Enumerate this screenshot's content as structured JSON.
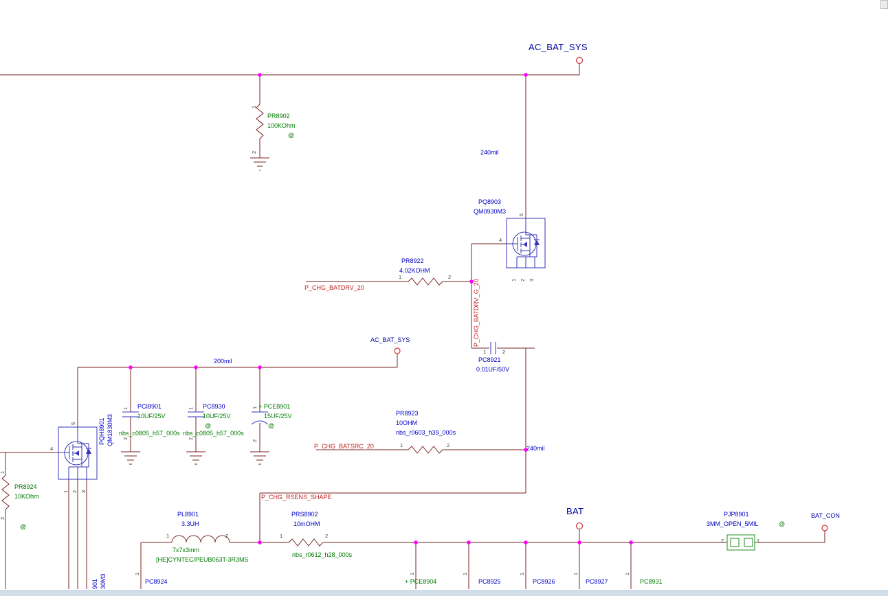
{
  "colors": {
    "wire": "#7a2222",
    "junction": "#ff00ff",
    "symbol": "#3333bb",
    "jumper": "#1f8c1f",
    "text_blue": "#0000c8",
    "text_green": "#007a00",
    "text_red": "#c02020",
    "text_navy": "#0000a0",
    "pin": "#404040",
    "port": "#cc3333",
    "statusbar": "#d2e0ec"
  },
  "pins": {
    "p1": "1",
    "p2": "2",
    "p3": "3",
    "p4": "4",
    "p5": "5"
  },
  "ports": {
    "ac_bat_sys_top": "AC_BAT_SYS",
    "ac_bat_sys_mid": "AC_BAT_SYS",
    "bat": "BAT",
    "bat_con": "BAT_CON"
  },
  "nets": {
    "batdrv": "P_CHG_BATDRV_20",
    "batdrv_g": "P_CHG_BATDRV_G_20",
    "batsrc": "P_CHG_BATSRC_20",
    "rsens": "P_CHG_RSENS_SHAPE"
  },
  "dims": {
    "a": "240mil",
    "b": "200mil",
    "c": "240mil"
  },
  "components": {
    "pr8902": {
      "ref": "PR8902",
      "value": "100KOhm",
      "assy": "@"
    },
    "pq8903": {
      "ref": "PQ8903",
      "value": "QM0930M3"
    },
    "pr8922": {
      "ref": "PR8922",
      "value": "4.02KOHM"
    },
    "pc8921": {
      "ref": "PC8921",
      "value": "0.01UF/50V"
    },
    "pqh8901": {
      "ref": "PQH8901",
      "value": "QM1830M3"
    },
    "pci8901": {
      "ref": "PCI8901",
      "value": "10UF/25V",
      "footprint": "nbs_c0805_h57_000s"
    },
    "pc8930": {
      "ref": "PC8930",
      "value": "10UF/25V",
      "assy": "@",
      "footprint": "nbs_c0805_h57_000s"
    },
    "pce8901": {
      "ref": "+ PCE8901",
      "value": "15UF/25V",
      "assy": "@"
    },
    "pr8923": {
      "ref": "PR8923",
      "value": "10OHM",
      "footprint": "nbs_r0603_h39_000s"
    },
    "pr8924": {
      "ref": "PR8924",
      "value": "10KOhm",
      "assy": "@"
    },
    "pl8901": {
      "ref": "PL8901",
      "value": "3.3UH",
      "size": "7x7x3mm",
      "mpn": "[HE]CYNTEC/PEUB063T-3R3MS"
    },
    "prs8902": {
      "ref": "PRS8902",
      "value": "10mOHM",
      "footprint": "nbs_r0612_h28_000s"
    },
    "pjp8901": {
      "ref": "PJP8901",
      "value": "3MM_OPEN_5MIL",
      "assy": "@"
    },
    "pc8924": {
      "ref": "PC8924"
    },
    "pce8904": {
      "ref": "+ PCE8904"
    },
    "pc8925": {
      "ref": "PC8925"
    },
    "pc8926": {
      "ref": "PC8926"
    },
    "pc8927": {
      "ref": "PC8927"
    },
    "pc8931": {
      "ref": "PC8931"
    },
    "pq8901_cut": {
      "ref": "901",
      "value": "30M3"
    }
  }
}
